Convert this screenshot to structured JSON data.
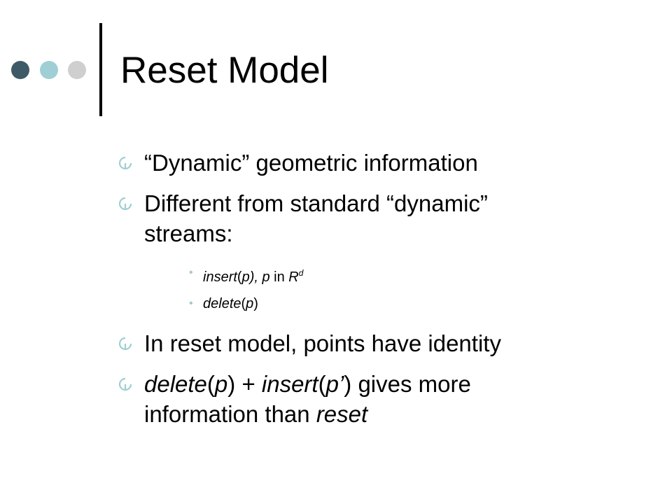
{
  "slide": {
    "title": "Reset Model",
    "bullets": {
      "b1": "“Dynamic” geometric information",
      "b2_line1": "Different from standard “dynamic”",
      "b2_line2": "streams:",
      "sub1_a": "insert",
      "sub1_b": "(",
      "sub1_c": "p",
      "sub1_d": "), ",
      "sub1_e": "p",
      "sub1_f": " in ",
      "sub1_g": "R",
      "sub1_sup": "d",
      "sub2_a": "delete",
      "sub2_b": "(",
      "sub2_c": "p",
      "sub2_d": ")",
      "b3": "In reset model, points have identity",
      "b4_a": "delete",
      "b4_b": "(",
      "b4_c": "p",
      "b4_d": ") + ",
      "b4_e": "insert",
      "b4_f": "(",
      "b4_g": "p’",
      "b4_h": ") gives more",
      "b4_line2_a": "information than ",
      "b4_line2_b": "reset"
    },
    "sub_bullet_glyph": "•",
    "colors": {
      "dark_teal": "#3e5a66",
      "light_teal": "#9fcfd4",
      "grey": "#cfcfcf",
      "bullet": "#a9c7cc"
    }
  }
}
